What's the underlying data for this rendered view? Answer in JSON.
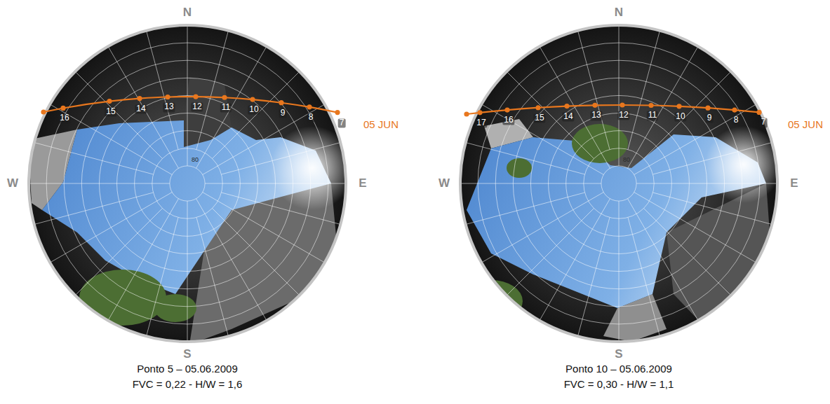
{
  "diagram": {
    "labels": [
      "N",
      "W",
      "E",
      "S",
      "16",
      "15",
      "14",
      "13",
      "12",
      "11",
      "10",
      "9",
      "8",
      "7",
      "05 JUN",
      "80",
      "Ponto 5 – 05.06.2009",
      "FVC = 0,22 - H/W = 1,6",
      "N",
      "W",
      "E",
      "S",
      "17",
      "16",
      "15",
      "14",
      "13",
      "12",
      "11",
      "10",
      "9",
      "8",
      "7",
      "05 JUN",
      "80",
      "Ponto 10 – 05.06.2009",
      "FVC = 0,30 - H/W = 1,1"
    ]
  }
}
